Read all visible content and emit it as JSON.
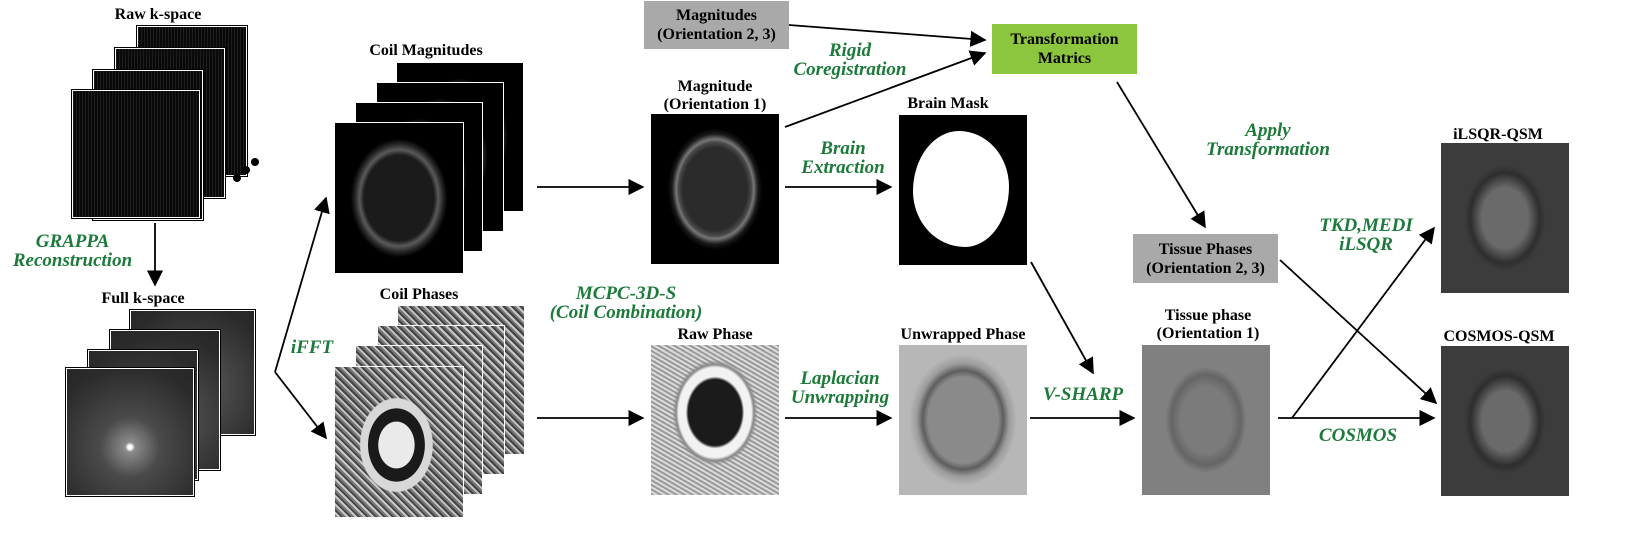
{
  "labels": {
    "raw_kspace": "Raw k-space",
    "full_kspace": "Full k-space",
    "coil_magnitudes": "Coil Magnitudes",
    "coil_phases": "Coil Phases",
    "magnitude_o1": "Magnitude\n(Orientation 1)",
    "brain_mask": "Brain Mask",
    "raw_phase": "Raw Phase",
    "unwrapped_phase": "Unwrapped Phase",
    "tissue_phase_o1": "Tissue phase\n(Orientation 1)",
    "ilsqr_qsm": "iLSQR-QSM",
    "cosmos_qsm": "COSMOS-QSM"
  },
  "boxes": {
    "magnitudes_o23": "Magnitudes\n(Orientation 2, 3)",
    "transformation_matrics": "Transformation\nMatrics",
    "tissue_phases_o23": "Tissue Phases\n(Orientation 2, 3)"
  },
  "steps": {
    "grappa": "GRAPPA\nReconstruction",
    "ifft": "iFFT",
    "mcpc": "MCPC-3D-S\n(Coil Combination)",
    "rigid": "Rigid\nCoregistration",
    "brain_extraction": "Brain\nExtraction",
    "laplacian": "Laplacian\nUnwrapping",
    "vsharp": "V-SHARP",
    "apply_transformation": "Apply\nTransformation",
    "tkd_medi": "TKD,MEDI\niLSQR",
    "cosmos": "COSMOS"
  },
  "colors": {
    "step_text": "#1c7a3a",
    "box_gray": "#a9a9a9",
    "box_green": "#8cc63f"
  }
}
